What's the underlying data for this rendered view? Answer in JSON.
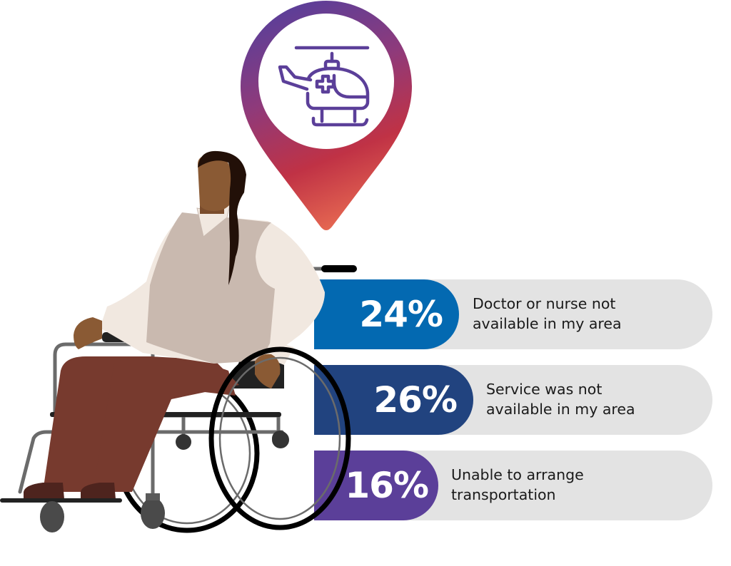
{
  "pin": {
    "icon": "medical-helicopter-icon",
    "gradient_top": "#5B3F99",
    "gradient_mid": "#C03245",
    "gradient_bottom": "#EA6E53"
  },
  "illustration": {
    "subject": "woman-in-wheelchair",
    "skin": "#8A5A34",
    "hair": "#221008",
    "shirt": "#F1E8E0",
    "vest": "#C9B9AF",
    "pants": "#773A2E",
    "shoes": "#4E241E",
    "frame": "#6B6B6B",
    "wheel": "#000000"
  },
  "stats": [
    {
      "value": "24%",
      "line1": "Doctor or nurse not",
      "line2": "available in my area",
      "color": "#0369B1"
    },
    {
      "value": "26%",
      "line1": "Service was not",
      "line2": "available in my area",
      "color": "#21437F"
    },
    {
      "value": "16%",
      "line1": "Unable to arrange",
      "line2": "transportation",
      "color": "#5B3F99"
    }
  ],
  "bar_background": "#E3E3E3"
}
